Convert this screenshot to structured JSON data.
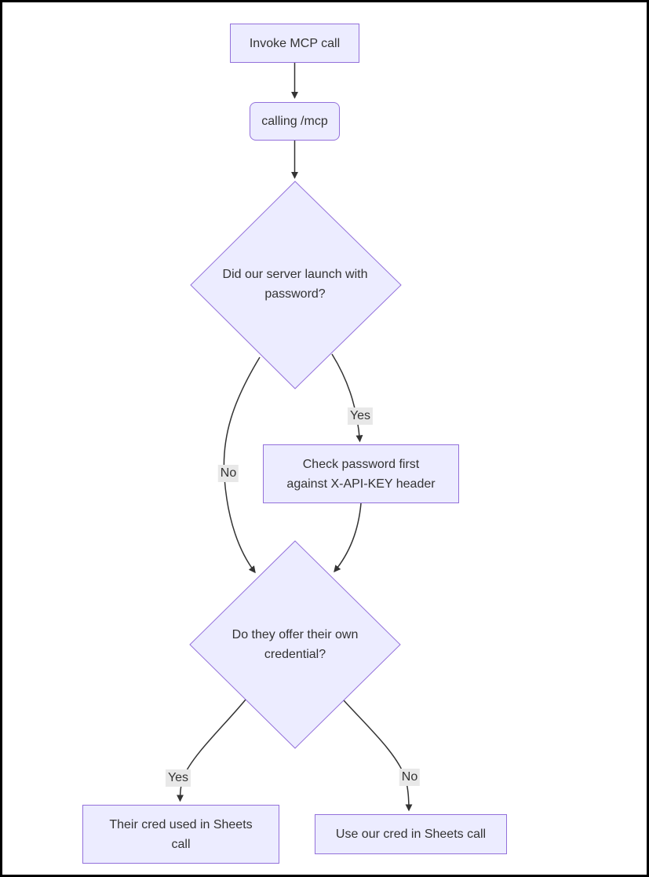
{
  "diagram": {
    "type": "flowchart",
    "direction": "top-down",
    "nodes": [
      {
        "id": "A",
        "shape": "rectangle",
        "label": "Invoke MCP call"
      },
      {
        "id": "B",
        "shape": "rounded-rectangle",
        "label": "calling /mcp"
      },
      {
        "id": "C",
        "shape": "diamond",
        "label": "Did our server launch with password?"
      },
      {
        "id": "D",
        "shape": "rectangle",
        "label": "Check password first against X-API-KEY header"
      },
      {
        "id": "E",
        "shape": "diamond",
        "label": "Do they offer their own credential?"
      },
      {
        "id": "F",
        "shape": "rectangle",
        "label": "Their cred used in Sheets call"
      },
      {
        "id": "G",
        "shape": "rectangle",
        "label": "Use our cred in Sheets call"
      }
    ],
    "edges": [
      {
        "from": "A",
        "to": "B",
        "label": ""
      },
      {
        "from": "B",
        "to": "C",
        "label": ""
      },
      {
        "from": "C",
        "to": "D",
        "label": "Yes"
      },
      {
        "from": "C",
        "to": "E",
        "label": "No"
      },
      {
        "from": "D",
        "to": "E",
        "label": ""
      },
      {
        "from": "E",
        "to": "F",
        "label": "Yes"
      },
      {
        "from": "E",
        "to": "G",
        "label": "No"
      }
    ],
    "colors": {
      "node_fill": "#ECECFF",
      "node_border": "#9370DB",
      "edge_line": "#333333",
      "edge_label_bg": "#e8e8e8",
      "text": "#333333",
      "frame_border": "#000000",
      "background": "#ffffff"
    }
  }
}
